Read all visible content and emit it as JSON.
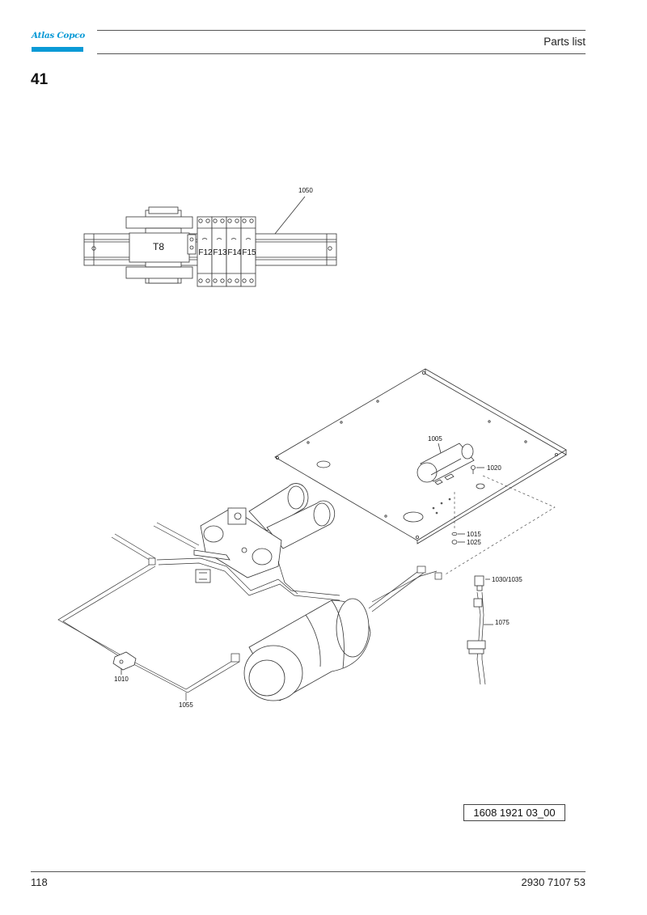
{
  "header": {
    "brand": "Atlas Copco",
    "title": "Parts list",
    "brand_color": "#0a9ad6"
  },
  "section": {
    "number": "41"
  },
  "diagram_top": {
    "transformer_label": "T8",
    "fuse_labels": [
      "F12",
      "F13",
      "F14",
      "F15"
    ],
    "callouts": [
      "1050"
    ]
  },
  "diagram_bottom": {
    "callouts": [
      "1005",
      "1020",
      "1015",
      "1025",
      "1030/1035",
      "1075",
      "1010",
      "1055"
    ]
  },
  "figure_id": "1608 1921 03_00",
  "footer": {
    "page_number": "118",
    "document_number": "2930 7107 53"
  }
}
